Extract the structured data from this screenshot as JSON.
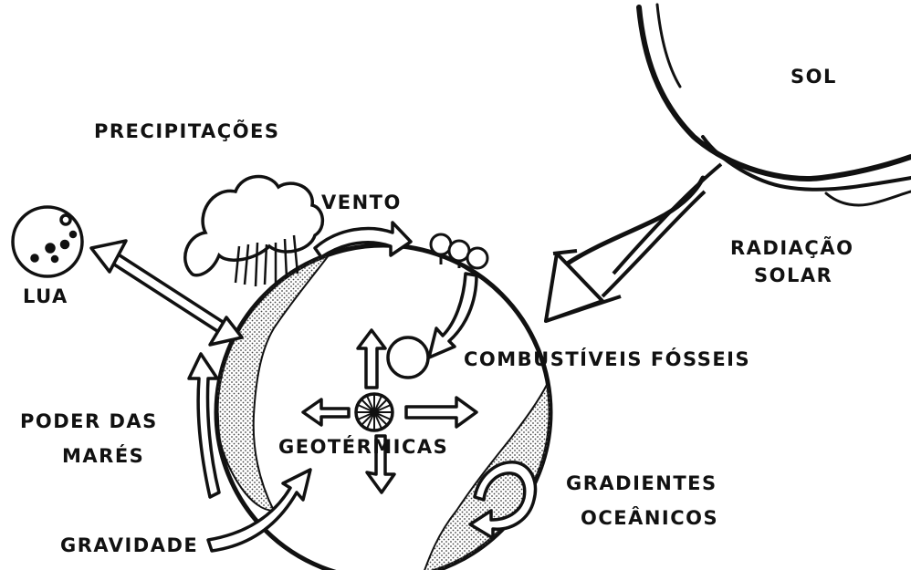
{
  "labels": {
    "sun": "SOL",
    "precipitation": "PRECIPITAÇÕES",
    "wind": "VENTO",
    "solar_radiation_line1": "RADIAÇÃO",
    "solar_radiation_line2": "SOLAR",
    "moon": "LUA",
    "fossil_fuels": "COMBUSTÍVEIS FÓSSEIS",
    "tidal_power_line1": "PODER DAS",
    "tidal_power_line2": "MARÉS",
    "geothermal": "GEOTÉRMICAS",
    "ocean_gradients_line1": "GRADIENTES",
    "ocean_gradients_line2": "OCEÂNICOS",
    "gravity": "GRAVIDADE"
  },
  "colors": {
    "ink": "#111111",
    "paper": "#ffffff",
    "stipple": "#555555"
  }
}
